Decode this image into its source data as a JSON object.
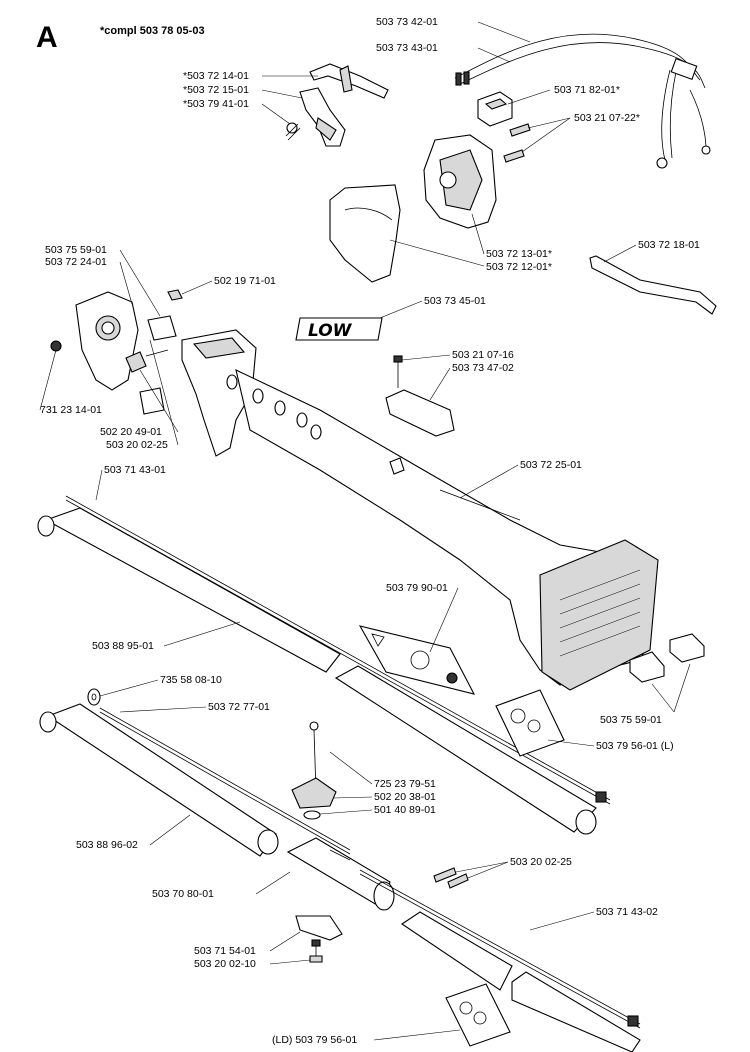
{
  "header": {
    "section_letter": "A",
    "assembly_note": "*compl 503 78 05-03"
  },
  "logo_text": "LOW",
  "callouts": [
    "503 73 42-01",
    "503 73 43-01",
    "*503 72 14-01",
    "*503 72 15-01",
    "*503 79 41-01",
    "503 71 82-01*",
    "503 21 07-22*",
    "503 72 13-01*",
    "503 72 12-01*",
    "503 72 18-01",
    "503 75 59-01",
    "503 72 24-01",
    "502 19 71-01",
    "503 73 45-01",
    "503 21 07-16",
    "503 73 47-02",
    "731 23 14-01",
    "502 20 49-01",
    "503 20 02-25",
    "503 71 43-01",
    "503 72 25-01",
    "503 79 90-01",
    "503 88 95-01",
    "735 58 08-10",
    "503 72 77-01",
    "503 75 59-01",
    "503 79 56-01 (L)",
    "725 23 79-51",
    "502 20 38-01",
    "501 40 89-01",
    "503 88 96-02",
    "503 20 02-25",
    "503 70 80-01",
    "503 71 43-02",
    "503 71 54-01",
    "503 20 02-10",
    "(LD) 503 79 56-01"
  ]
}
